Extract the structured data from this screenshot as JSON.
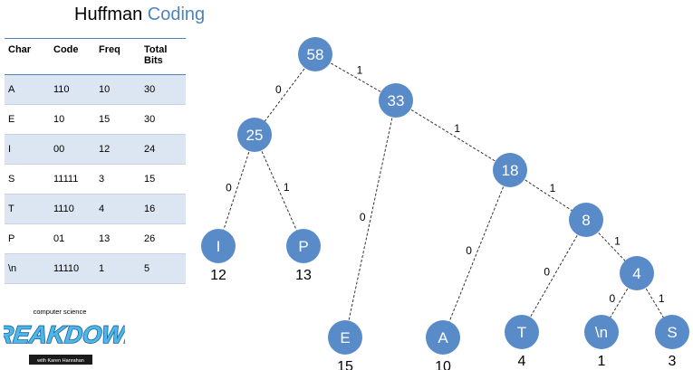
{
  "title": {
    "part1": "Huffman",
    "part2": "Coding"
  },
  "accent_color": "#4f81bd",
  "node_color": "#5a8bc9",
  "table": {
    "headers": [
      "Char",
      "Code",
      "Freq",
      "Total Bits"
    ],
    "rows": [
      [
        "A",
        "110",
        "10",
        "30"
      ],
      [
        "E",
        "10",
        "15",
        "30"
      ],
      [
        "I",
        "00",
        "12",
        "24"
      ],
      [
        "S",
        "11111",
        "3",
        "15"
      ],
      [
        "T",
        "1110",
        "4",
        "16"
      ],
      [
        "P",
        "01",
        "13",
        "26"
      ],
      [
        "\\n",
        "11110",
        "1",
        "5"
      ]
    ]
  },
  "tree": {
    "nodes": [
      {
        "id": "n58",
        "label": "58"
      },
      {
        "id": "n33",
        "label": "33"
      },
      {
        "id": "n25",
        "label": "25"
      },
      {
        "id": "n18",
        "label": "18"
      },
      {
        "id": "n8",
        "label": "8"
      },
      {
        "id": "n4",
        "label": "4"
      },
      {
        "id": "I",
        "label": "I",
        "freq": "12"
      },
      {
        "id": "P",
        "label": "P",
        "freq": "13"
      },
      {
        "id": "E",
        "label": "E",
        "freq": "15"
      },
      {
        "id": "A",
        "label": "A",
        "freq": "10"
      },
      {
        "id": "T",
        "label": "T",
        "freq": "4"
      },
      {
        "id": "NL",
        "label": "\\n",
        "freq": "1"
      },
      {
        "id": "S",
        "label": "S",
        "freq": "3"
      }
    ],
    "edges": [
      {
        "from": "n58",
        "to": "n25",
        "bit": "0"
      },
      {
        "from": "n58",
        "to": "n33",
        "bit": "1"
      },
      {
        "from": "n25",
        "to": "I",
        "bit": "0"
      },
      {
        "from": "n25",
        "to": "P",
        "bit": "1"
      },
      {
        "from": "n33",
        "to": "E",
        "bit": "0"
      },
      {
        "from": "n33",
        "to": "n18",
        "bit": "1"
      },
      {
        "from": "n18",
        "to": "A",
        "bit": "0"
      },
      {
        "from": "n18",
        "to": "n8",
        "bit": "1"
      },
      {
        "from": "n8",
        "to": "T",
        "bit": "0"
      },
      {
        "from": "n8",
        "to": "n4",
        "bit": "1"
      },
      {
        "from": "n4",
        "to": "NL",
        "bit": "0"
      },
      {
        "from": "n4",
        "to": "S",
        "bit": "1"
      }
    ]
  },
  "logo": {
    "line1": "computer science",
    "line2": "BREAKDOWN",
    "line3": "with Karen Hanrahan"
  }
}
